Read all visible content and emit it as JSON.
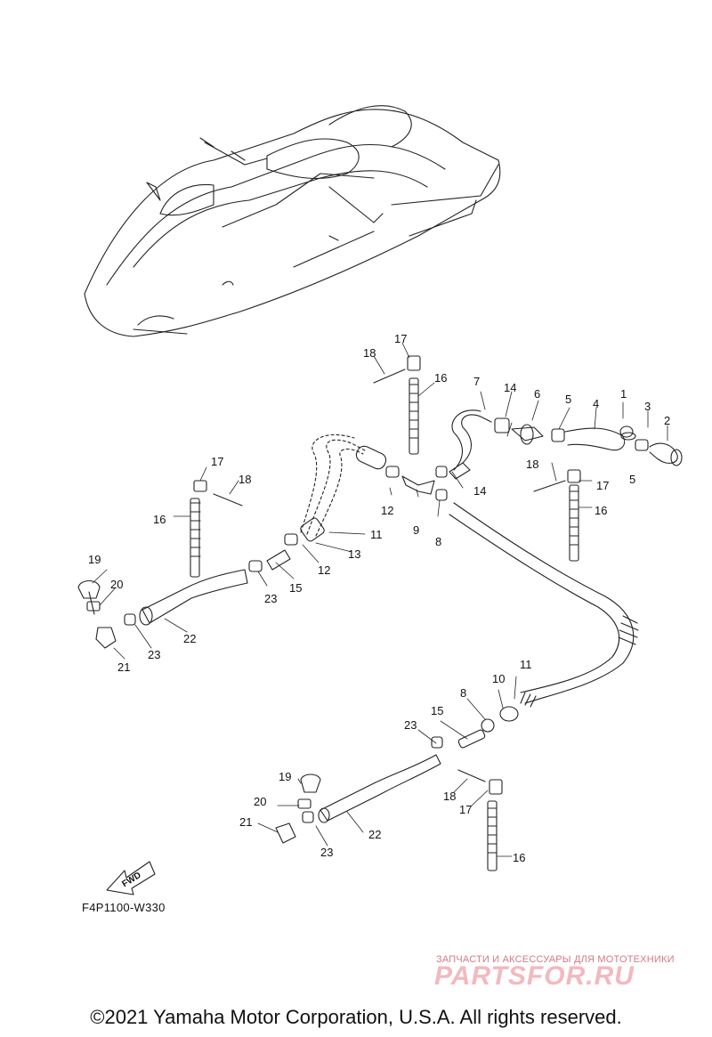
{
  "diagram": {
    "code": "F4P1100-W330",
    "fwd_label": "FWD",
    "callouts": [
      "1",
      "2",
      "3",
      "4",
      "5",
      "5",
      "6",
      "7",
      "8",
      "8",
      "9",
      "10",
      "11",
      "11",
      "12",
      "12",
      "13",
      "14",
      "14",
      "15",
      "15",
      "16",
      "16",
      "16",
      "16",
      "17",
      "17",
      "17",
      "17",
      "18",
      "18",
      "18",
      "18",
      "19",
      "19",
      "20",
      "20",
      "21",
      "21",
      "22",
      "22",
      "23",
      "23",
      "23",
      "23"
    ]
  },
  "watermark": {
    "tagline": "ЗАПЧАСТИ И АКСЕССУАРЫ ДЛЯ МОТОТЕХНИКИ",
    "brand": "PARTSFOR.RU"
  },
  "copyright": "©2021 Yamaha Motor Corporation, U.S.A. All rights reserved."
}
